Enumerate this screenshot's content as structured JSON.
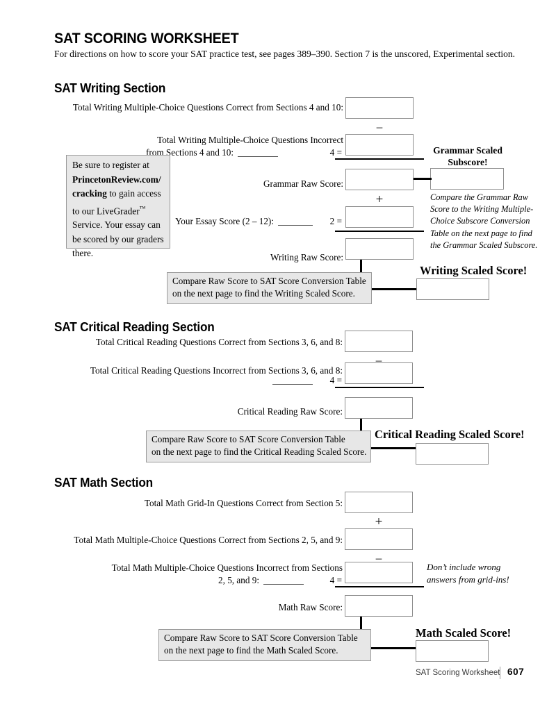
{
  "document": {
    "title": "SAT SCORING WORKSHEET",
    "subtitle": "For directions on how to score your SAT practice test, see pages 389–390. Section 7 is the unscored, Experimental section."
  },
  "writing": {
    "heading": "SAT Writing Section",
    "row_correct_label": "Total Writing Multiple-Choice Questions Correct from Sections 4 and 10:",
    "operator_minus": "–",
    "row_incorrect_label_line1": "Total Writing Multiple-Choice Questions Incorrect",
    "row_incorrect_label_line2": "from Sections 4 and 10:",
    "divisor_text": "4 =",
    "grammar_raw_label": "Grammar Raw Score:",
    "operator_plus": "+",
    "essay_label": "Your Essay Score (2 – 12):",
    "essay_divisor_text": "2 =",
    "writing_raw_label": "Writing Raw Score:",
    "grammar_subscore_caption_line1": "Grammar Scaled",
    "grammar_subscore_caption_line2": "Subscore!",
    "grammar_note": "Compare the Grammar Raw Score to the Writing Multiple-Choice Subscore Conversion Table on the next page to find the Grammar Scaled Subscore.",
    "instruction_line1": "Compare Raw Score to SAT Score Conversion Table",
    "instruction_line2": "on the next page to find the Writing Scaled Score.",
    "scaled_caption": "Writing Scaled Score!"
  },
  "callout": {
    "text_part1": "Be sure to register at ",
    "text_bold": "PrincetonReview.com/ cracking",
    "text_part2": " to gain access to our LiveGrader",
    "trademark": "™",
    "text_part3": " Service. Your essay can be scored by our graders there."
  },
  "critical_reading": {
    "heading": "SAT Critical Reading Section",
    "row_correct_label": "Total Critical Reading Questions Correct from Sections 3, 6, and 8:",
    "operator_minus": "–",
    "row_incorrect_label": "Total Critical Reading Questions Incorrect from Sections 3, 6, and 8:",
    "divisor_text": "4 =",
    "raw_label": "Critical Reading Raw Score:",
    "instruction_line1": "Compare Raw Score to SAT Score Conversion Table",
    "instruction_line2": "on the next page to find the Critical Reading Scaled Score.",
    "scaled_caption": "Critical Reading Scaled Score!"
  },
  "math": {
    "heading": "SAT Math Section",
    "row_gridin_label": "Total Math Grid-In Questions Correct from Section 5:",
    "operator_plus": "+",
    "row_mc_correct_label": "Total Math Multiple-Choice Questions Correct from Sections 2, 5, and 9:",
    "operator_minus": "–",
    "row_mc_incorrect_line1": "Total Math Multiple-Choice Questions Incorrect from Sections",
    "row_mc_incorrect_line2": "2, 5, and 9:",
    "divisor_text": "4 =",
    "gridin_note_line1": "Don’t include wrong",
    "gridin_note_line2": "answers from grid-ins!",
    "raw_label": "Math Raw Score:",
    "instruction_line1": "Compare Raw Score to SAT Score Conversion Table",
    "instruction_line2": "on the next page to find the Math Scaled Score.",
    "scaled_caption": "Math Scaled Score!"
  },
  "footer": {
    "label": "SAT Scoring Worksheet",
    "page_number": "607"
  },
  "colors": {
    "box_border": "#8d8d8d",
    "gray_fill": "#e7e7e7",
    "gray_border": "#9a9a9a",
    "connector": "#000000"
  }
}
